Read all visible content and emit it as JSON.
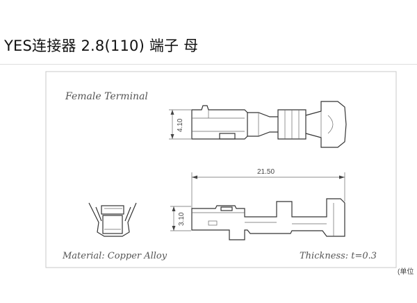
{
  "title": "YES连接器 2.8(110) 端子 母",
  "drawing": {
    "caption_top": "Female Terminal",
    "material": "Material: Copper Alloy",
    "thickness": "Thickness: t=0.3",
    "dim_length": "21.50",
    "dim_height_top": "4.10",
    "dim_height_side": "3.10",
    "corner_note": "(单位"
  }
}
